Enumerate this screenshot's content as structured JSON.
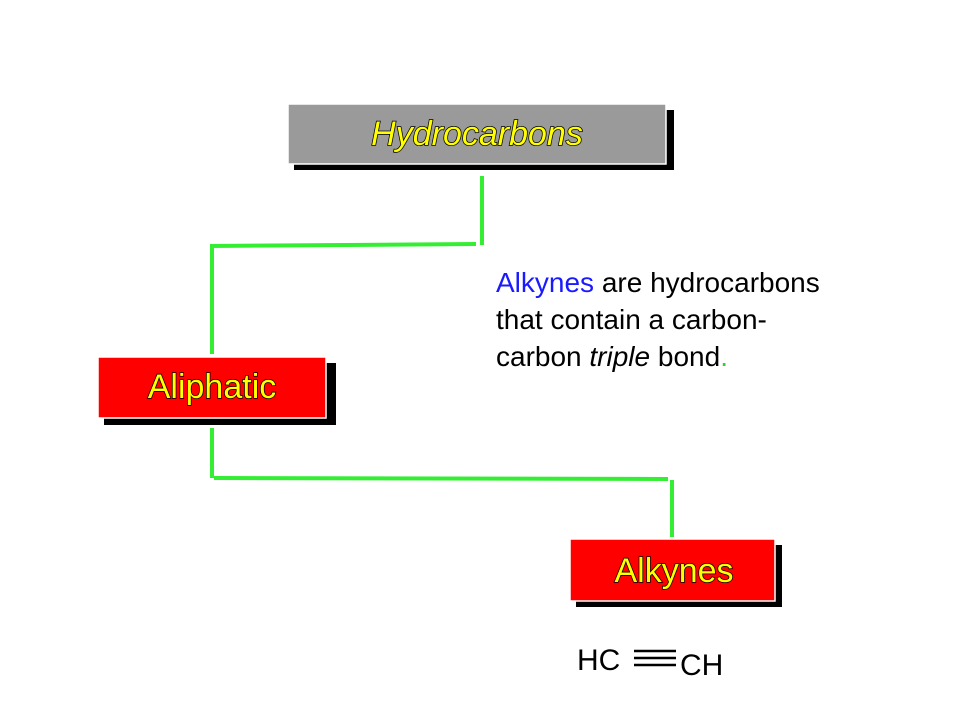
{
  "colors": {
    "connector": "#33ee33",
    "root_box_fill": "#9a9a9a",
    "branch_box_fill": "#ff0000",
    "label_text": "#ffff00",
    "term_text": "#1a1aff",
    "period_text": "#33cc33"
  },
  "nodes": {
    "root": {
      "label": "Hydrocarbons"
    },
    "branch": {
      "label": "Aliphatic"
    },
    "leaf": {
      "label": "Alkynes"
    }
  },
  "definition": {
    "term": "Alkynes",
    "part1": " are hydrocarbons that contain a carbon-carbon ",
    "emphasis": "triple",
    "part2": " bond",
    "period": "."
  },
  "formula": {
    "left": "HC",
    "right": "CH",
    "bond": "triple-bond"
  }
}
